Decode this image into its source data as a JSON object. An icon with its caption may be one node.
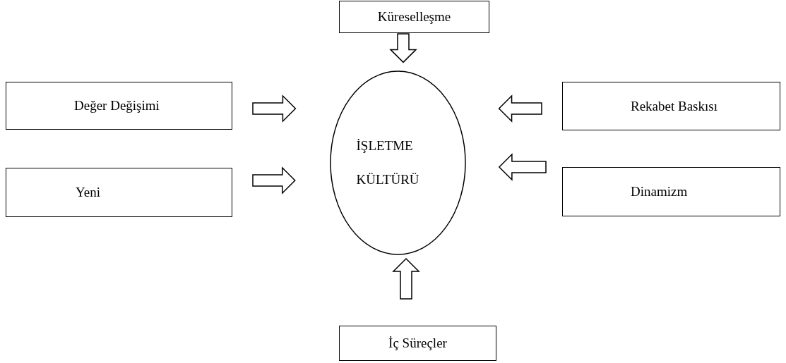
{
  "diagram": {
    "nodes": [
      {
        "text": [
          "Küreselleşme"
        ]
      },
      {
        "text": [
          "Değer Değişimi"
        ]
      },
      {
        "text": [
          "Rekabet Baskısı"
        ]
      },
      {
        "text": [
          "İŞLETME KÜLTÜRÜ"
        ]
      },
      {
        "text": [
          "Yeni"
        ]
      },
      {
        "text": [
          "Dinamizm"
        ]
      },
      {
        "text": [
          "İç Süreçler"
        ]
      }
    ],
    "edges": [
      {
        "from": 0,
        "to": 3,
        "arrow": "to"
      },
      {
        "from": 1,
        "to": 3,
        "arrow": "to"
      },
      {
        "from": 2,
        "to": 3,
        "arrow": "to"
      },
      {
        "from": 4,
        "to": 3,
        "arrow": "to"
      },
      {
        "from": 5,
        "to": 3,
        "arrow": "to"
      },
      {
        "from": 6,
        "to": 3,
        "arrow": "to"
      }
    ]
  }
}
